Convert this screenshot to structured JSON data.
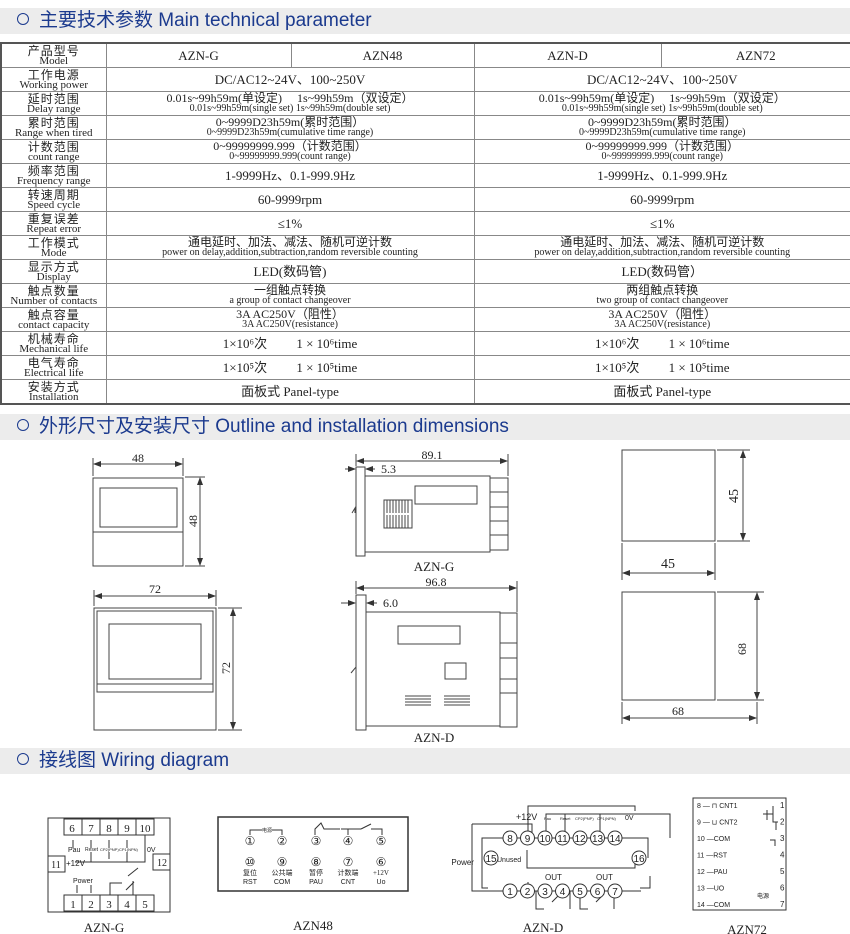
{
  "sections": {
    "params": "主要技术参数 Main technical parameter",
    "outline": "外形尺寸及安装尺寸 Outline and installation dimensions",
    "wiring": "接线图 Wiring diagram"
  },
  "table": {
    "header": {
      "label_cn": "产品型号",
      "label_en": "Model",
      "cols": [
        "AZN-G",
        "AZN48",
        "AZN-D",
        "AZN72"
      ]
    },
    "rows": [
      {
        "cn": "工作电源",
        "en": "Working power",
        "left": [
          "DC/AC12~24V、100~250V"
        ],
        "right": [
          "DC/AC12~24V、100~250V"
        ]
      },
      {
        "cn": "延时范围",
        "en": "Delay range",
        "left": [
          "0.01s~99h59m(单设定)　 1s~99h59m（双设定）",
          "0.01s~99h59m(single set)  1s~99h59m(double set)"
        ],
        "right": [
          "0.01s~99h59m(单设定)　 1s~99h59m（双设定）",
          "0.01s~99h59m(single set)  1s~99h59m(double set)"
        ]
      },
      {
        "cn": "累时范围",
        "en": "Range when tired",
        "left": [
          "0~9999D23h59m(累时范围）",
          "0~9999D23h59m(cumulative time range)"
        ],
        "right": [
          "0~9999D23h59m(累时范围）",
          "0~9999D23h59m(cumulative time range)"
        ]
      },
      {
        "cn": "计数范围",
        "en": "count range",
        "left": [
          "0~99999999.999（计数范围）",
          "0~99999999.999(count range)"
        ],
        "right": [
          "0~99999999.999（计数范围）",
          "0~99999999.999(count range)"
        ]
      },
      {
        "cn": "频率范围",
        "en": "Frequency range",
        "left": [
          "1-9999Hz、0.1-999.9Hz"
        ],
        "right": [
          "1-9999Hz、0.1-999.9Hz"
        ]
      },
      {
        "cn": "转速周期",
        "en": "Speed cycle",
        "left": [
          "60-9999rpm"
        ],
        "right": [
          "60-9999rpm"
        ]
      },
      {
        "cn": "重复误差",
        "en": "Repeat error",
        "left": [
          "≤1%"
        ],
        "right": [
          "≤1%"
        ]
      },
      {
        "cn": "工作模式",
        "en": "Mode",
        "left": [
          "通电延时、加法、减法、随机可逆计数",
          "power on delay,addition,subtraction,random reversible counting"
        ],
        "right": [
          "通电延时、加法、减法、随机可逆计数",
          "power on delay,addition,subtraction,random reversible counting"
        ]
      },
      {
        "cn": "显示方式",
        "en": "Display",
        "left": [
          "LED(数码管)"
        ],
        "right": [
          "LED(数码管）"
        ]
      },
      {
        "cn": "触点数量",
        "en": "Number of contacts",
        "left": [
          "一组触点转换",
          "a group of contact changeover"
        ],
        "right": [
          "两组触点转换",
          "two group of contact changeover"
        ]
      },
      {
        "cn": "触点容量",
        "en": "contact capacity",
        "left": [
          "3A AC250V（阻性）",
          "3A AC250V(resistance)"
        ],
        "right": [
          "3A AC250V（阻性）",
          "3A AC250V(resistance)"
        ]
      },
      {
        "cn": "机械寿命",
        "en": "Mechanical life",
        "left": [
          "1×10⁶次　　 1 × 10⁶time"
        ],
        "right": [
          "1×10⁶次　　 1 × 10⁶time"
        ]
      },
      {
        "cn": "电气寿命",
        "en": "Electrical life",
        "left": [
          "1×10⁵次　　 1 × 10⁵time"
        ],
        "right": [
          "1×10⁵次　　 1 × 10⁵time"
        ]
      },
      {
        "cn": "安装方式",
        "en": "Installation",
        "left": [
          "面板式 Panel-type"
        ],
        "right": [
          "面板式 Panel-type"
        ]
      }
    ]
  },
  "dimensions": {
    "small_width": "48",
    "small_height": "48",
    "large_width": "72",
    "large_height": "72",
    "g_depth": "89.1",
    "g_flange": "5.3",
    "g_label": "AZN-G",
    "d_depth": "96.8",
    "d_flange": "6.0",
    "d_label": "AZN-D",
    "cutout_small_h": "45",
    "cutout_small_w": "45",
    "cutout_large_h": "68",
    "cutout_large_w": "68"
  },
  "wiring": {
    "azng": {
      "label": "AZN-G",
      "top_pins": [
        "6",
        "7",
        "8",
        "9",
        "10"
      ],
      "bottom_pins": [
        "1",
        "2",
        "3",
        "4",
        "5"
      ],
      "side_pins": [
        "11",
        "12"
      ],
      "signals": [
        "Pau",
        "Reset",
        "CP2(PNP)",
        "CP1(NPN)",
        "0V"
      ],
      "v12": "+12V",
      "power": "Power"
    },
    "azn48": {
      "label": "AZN48",
      "power_cn": "电源",
      "top": [
        "①",
        "②",
        "③",
        "④",
        "⑤"
      ],
      "bottom": [
        "⑩",
        "⑨",
        "⑧",
        "⑦",
        "⑥"
      ],
      "bottom_cn": [
        "复位",
        "公共端",
        "暂停",
        "计数端",
        "+12V"
      ],
      "bottom_en": [
        "RST",
        "COM",
        "PAU",
        "CNT",
        "Uo"
      ]
    },
    "azn_d": {
      "label": "AZN-D",
      "top": [
        "8",
        "9",
        "10",
        "11",
        "12",
        "13",
        "14"
      ],
      "bottom": [
        "1",
        "2",
        "3",
        "4",
        "5",
        "6",
        "7"
      ],
      "p15": "15",
      "p16": "16",
      "unused": "Unused",
      "power": "Power",
      "v12": "+12V",
      "signals": [
        "Pau",
        "Reset",
        "CP2(PNP)",
        "CP1(NPN)",
        "0V"
      ],
      "out": "OUT"
    },
    "azn72": {
      "label": "AZN72",
      "left": [
        "8 — ⊓ CNT1",
        "9 — ⊔ CNT2",
        "10 —COM",
        "11 —RST",
        "12 —PAU",
        "13 —UO",
        "14 —COM"
      ],
      "right": [
        "1",
        "2",
        "3",
        "4",
        "5",
        "6",
        "7"
      ],
      "power_cn": "电源"
    }
  }
}
